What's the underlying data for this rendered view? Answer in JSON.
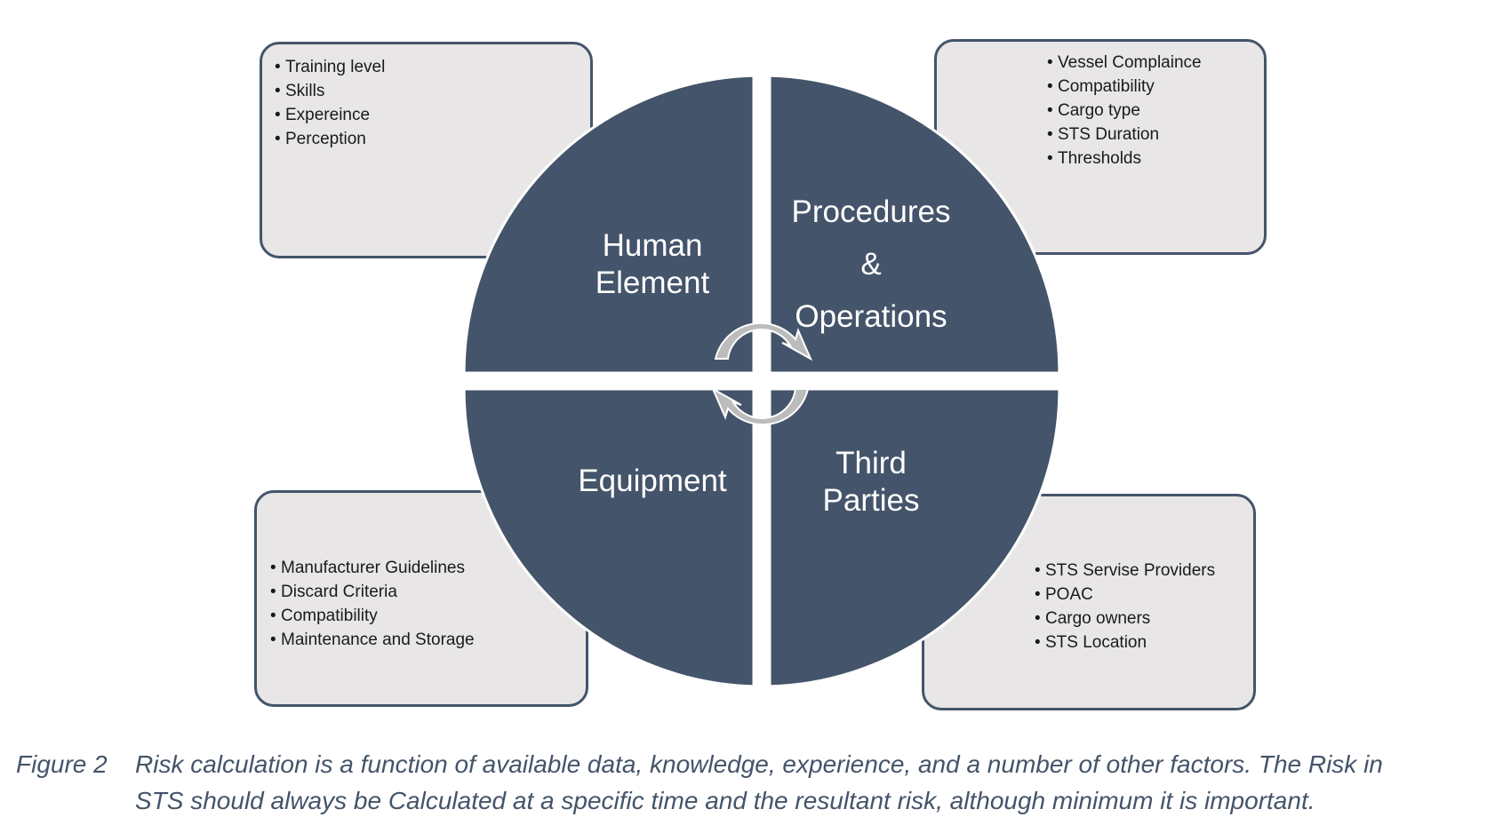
{
  "boxes": {
    "top_left": {
      "items": [
        "Training level",
        "Skills",
        "Expereince",
        "Perception"
      ]
    },
    "top_right": {
      "items": [
        "Vessel Complaince",
        "Compatibility",
        "Cargo type",
        "STS Duration",
        "Thresholds"
      ]
    },
    "bottom_left": {
      "items": [
        "Manufacturer Guidelines",
        "Discard Criteria",
        "Compatibility",
        "Maintenance and Storage"
      ]
    },
    "bottom_right": {
      "items": [
        "STS Servise Providers",
        "POAC",
        "Cargo owners",
        "STS Location"
      ]
    }
  },
  "wheel": {
    "human_element": {
      "line1": "Human",
      "line2": "Element"
    },
    "procedures": {
      "line1": "Procedures",
      "line2": "&",
      "line3": "Operations"
    },
    "equipment": {
      "line1": "Equipment"
    },
    "third_parties": {
      "line1": "Third",
      "line2": "Parties"
    }
  },
  "colors": {
    "quadrant_fill": "#44546a",
    "box_fill": "#e8e6e7",
    "box_border": "#44546a",
    "arrow_fill": "#bcbcbc",
    "caption_color": "#44546a"
  },
  "icons": [
    "cycle-arrow-icon"
  ],
  "caption": {
    "figure_label": "Figure 2",
    "line1": "Risk calculation is a function of available data, knowledge, experience, and a number of other factors. The Risk in",
    "line2": "STS should always be Calculated at a specific time and the resultant risk, although minimum it is important."
  }
}
